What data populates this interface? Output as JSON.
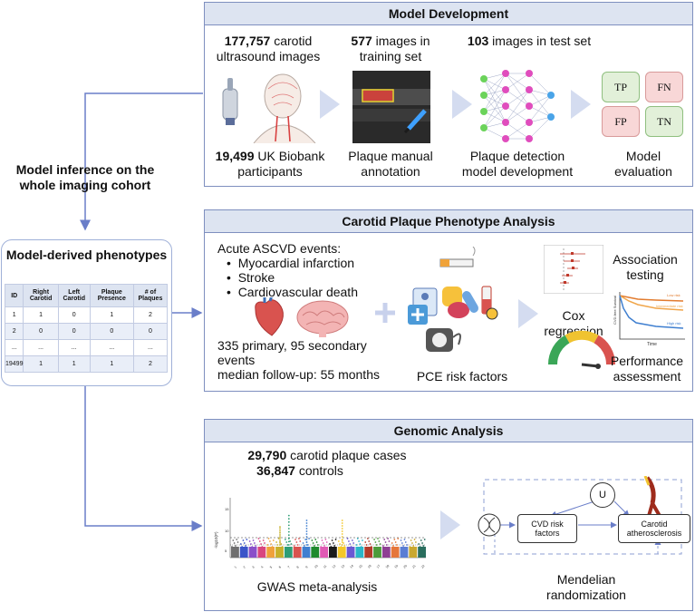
{
  "side": {
    "inference_label": "Model inference on the whole imaging cohort",
    "phenotypes_title": "Model-derived phenotypes",
    "table_headers": [
      "ID",
      "Right Carotid",
      "Left Carotid",
      "Plaque Presence",
      "# of Plaques"
    ],
    "table_rows": [
      [
        "1",
        "1",
        "0",
        "1",
        "2"
      ],
      [
        "2",
        "0",
        "0",
        "0",
        "0"
      ],
      [
        "...",
        "...",
        "...",
        "...",
        "..."
      ],
      [
        "19499",
        "1",
        "1",
        "1",
        "2"
      ]
    ]
  },
  "dev": {
    "title": "Model Development",
    "images_count": "177,757",
    "images_text": "carotid ultrasound images",
    "participants_count": "19,499",
    "participants_text": "UK Biobank participants",
    "train_count": "577",
    "train_text": "images in training set",
    "annotation_label": "Plaque manual annotation",
    "test_count": "103",
    "test_text": "images in test set",
    "detection_label": "Plaque detection model development",
    "eval_label": "Model evaluation",
    "confusion": [
      "TP",
      "FN",
      "FP",
      "TN"
    ]
  },
  "pheno": {
    "title": "Carotid Plaque Phenotype Analysis",
    "events_heading": "Acute ASCVD events:",
    "events": [
      "Myocardial infarction",
      "Stroke",
      "Cardiovascular death"
    ],
    "events_counts": "335 primary, 95 secondary events",
    "followup": "median follow-up: 55 months",
    "pce_label": "PCE risk factors",
    "cox_label": "Cox regression",
    "assoc_label": "Association testing",
    "perf_label": "Performance assessment",
    "km_low": "Low risk",
    "km_mid": "Intermediate risk",
    "km_high": "High risk",
    "km_xlabel": "Time",
    "km_ylabel": "CVD-free Survival"
  },
  "genomic": {
    "title": "Genomic Analysis",
    "cases_count": "29,790",
    "cases_text": "carotid plaque cases",
    "controls_count": "36,847",
    "controls_text": "controls",
    "gwas_label": "GWAS meta-analysis",
    "manhattan_ylabel": "-log10(P)",
    "manhattan_yticks": [
      "15",
      "10",
      "5"
    ],
    "manhattan_xticks": [
      "1",
      "2",
      "3",
      "4",
      "5",
      "6",
      "7",
      "8",
      "9",
      "10",
      "11",
      "12",
      "13",
      "14",
      "15",
      "16",
      "17",
      "18",
      "19",
      "20",
      "21",
      "22"
    ],
    "mr_label": "Mendelian randomization",
    "mr_u": "U",
    "mr_risk": "CVD risk factors",
    "mr_outcome": "Carotid atherosclerosis"
  },
  "colors": {
    "panel_border": "#7e8fbf",
    "panel_header": "#dde4f1",
    "arrow": "#6a7ec9",
    "chevron": "#d4dcf0",
    "tp_tn_fill": "#e2f0d9",
    "fp_fn_fill": "#f8d7d7"
  }
}
